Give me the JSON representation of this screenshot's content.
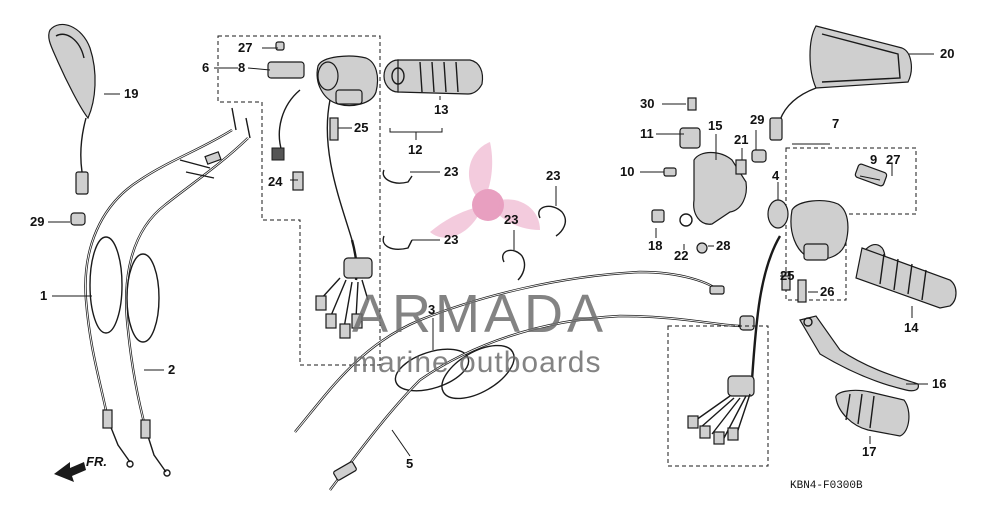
{
  "diagram": {
    "callouts": [
      "1",
      "2",
      "3",
      "4",
      "5",
      "6",
      "7",
      "8",
      "9",
      "10",
      "11",
      "12",
      "13",
      "14",
      "15",
      "16",
      "17",
      "18",
      "19",
      "20",
      "21",
      "22",
      "23",
      "23",
      "23",
      "23",
      "24",
      "25",
      "25",
      "26",
      "27",
      "27",
      "28",
      "29",
      "29",
      "30"
    ],
    "front_indicator": "FR.",
    "diagram_code": "KBN4-F0300B"
  },
  "watermark": {
    "brand": "ARMADA",
    "tagline": "marine outboards",
    "logo_color": "#e58fb6",
    "text_color": "#6e6e6e"
  }
}
